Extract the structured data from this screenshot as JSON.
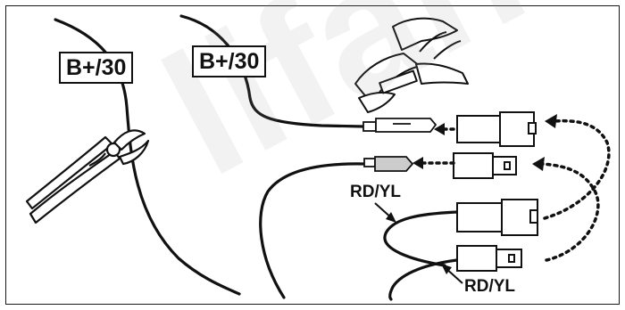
{
  "labels": {
    "b30_left": "B+/30",
    "b30_right": "B+/30",
    "rdyl_upper": "RD/YL",
    "rdyl_lower": "RD/YL"
  },
  "watermark": "lifantru",
  "colors": {
    "ink": "#111111",
    "watermark": "#969696"
  }
}
